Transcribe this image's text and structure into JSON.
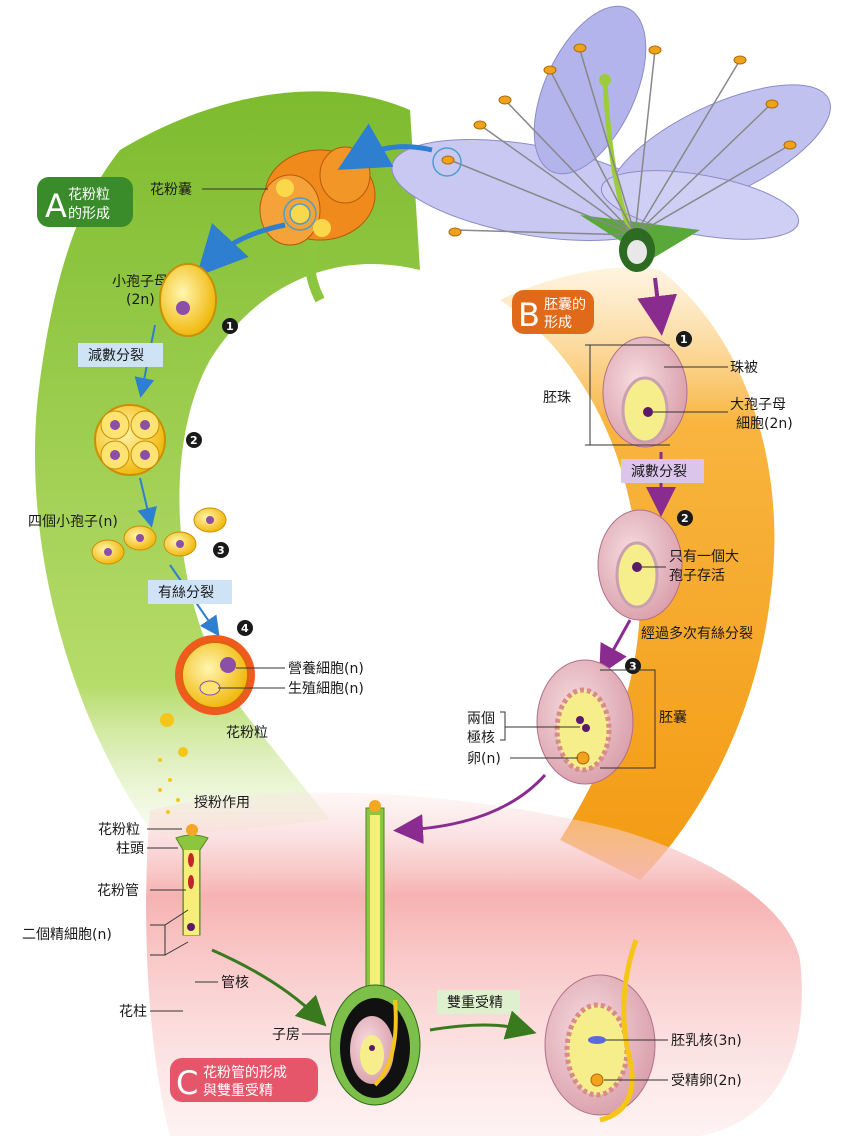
{
  "section_a": {
    "letter": "A",
    "title_line1": "花粉粒",
    "title_line2": "的形成"
  },
  "section_b": {
    "letter": "B",
    "title_line1": "胚囊的",
    "title_line2": "形成"
  },
  "section_c": {
    "letter": "C",
    "title_line1": "花粉管的形成",
    "title_line2": "與雙重受精"
  },
  "steps": {
    "one": "1",
    "two": "2",
    "three": "3",
    "four": "4"
  },
  "labels_a": {
    "anther": "花粉囊",
    "microspore_mother_line1": "小孢子母細胞",
    "microspore_mother_line2": "(2n)",
    "meiosis": "減數分裂",
    "four_microspores": "四個小孢子(n)",
    "mitosis": "有絲分裂",
    "tube_cell": "營養細胞(n)",
    "generative_cell": "生殖細胞(n)",
    "pollen_grain": "花粉粒"
  },
  "labels_b": {
    "integument": "珠被",
    "ovule": "胚珠",
    "megaspore_mother_line1": "大孢子母",
    "megaspore_mother_line2": "細胞(2n)",
    "meiosis": "減數分裂",
    "one_megaspore_line1": "只有一個大",
    "one_megaspore_line2": "孢子存活",
    "multiple_mitosis": "經過多次有絲分裂",
    "polar_nuclei_line1": "兩個",
    "polar_nuclei_line2": "極核",
    "egg": "卵(n)",
    "embryo_sac": "胚囊"
  },
  "labels_c": {
    "pollination": "授粉作用",
    "pollen_grain": "花粉粒",
    "stigma": "柱頭",
    "pollen_tube": "花粉管",
    "sperm_cells": "二個精細胞(n)",
    "tube_nucleus": "管核",
    "style": "花柱",
    "ovary": "子房",
    "double_fertilization": "雙重受精",
    "endosperm_nucleus": "胚乳核(3n)",
    "zygote": "受精卵(2n)"
  },
  "colors": {
    "green_band": "#8cc63f",
    "orange_band": "#f5a623",
    "pink_band": "#f4a6a6",
    "badge_a": "#3a8c2a",
    "badge_b": "#e06a1a",
    "badge_c": "#e5566a",
    "arrow_blue": "#2f7fd0",
    "arrow_purple": "#8a2b8f",
    "arrow_green": "#3a7a1f",
    "petal": "#b8b8ee",
    "pollen": "#f5c518"
  }
}
